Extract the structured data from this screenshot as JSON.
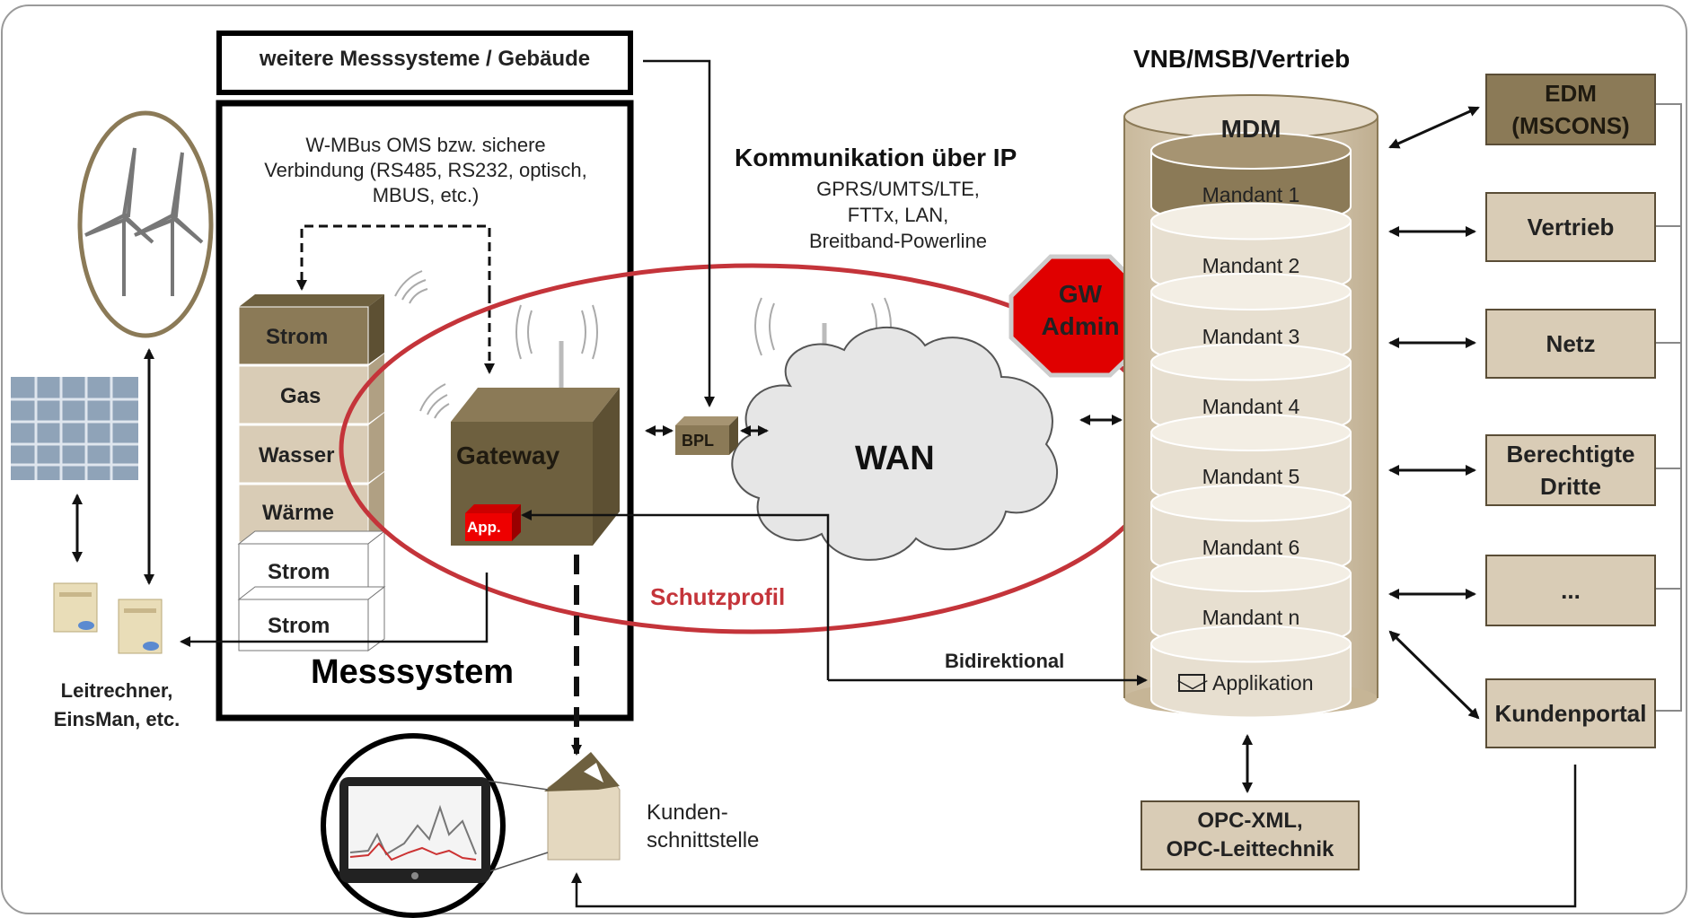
{
  "messsystem": {
    "weitere": "weitere Messsysteme / Gebäude",
    "title": "Messsystem",
    "wmbus_lines": [
      "W-MBus OMS bzw. sichere",
      "Verbindung (RS485, RS232, optisch,",
      "MBUS, etc.)"
    ],
    "meters": [
      "Strom",
      "Gas",
      "Wasser",
      "Wärme",
      "Strom",
      "Strom"
    ],
    "gateway": "Gateway",
    "app": "App.",
    "schutzprofil": "Schutzprofil"
  },
  "left": {
    "leitrechner_lines": [
      "Leitrechner,",
      "EinsMan, etc."
    ]
  },
  "network": {
    "kommunikation": "Kommunikation über IP",
    "protocols": [
      "GPRS/UMTS/LTE,",
      "FTTx, LAN,",
      "Breitband-Powerline"
    ],
    "bpl": "BPL",
    "wan": "WAN",
    "gw_admin": [
      "GW",
      "Admin"
    ],
    "bidirektional": "Bidirektional"
  },
  "vnb": {
    "title": "VNB/MSB/Vertrieb",
    "mdm": "MDM",
    "mandanten": [
      "Mandant 1",
      "Mandant 2",
      "Mandant 3",
      "Mandant 4",
      "Mandant 5",
      "Mandant 6",
      "Mandant n"
    ],
    "applikation": "Applikation",
    "opc_lines": [
      "OPC-XML,",
      "OPC-Leittechnik"
    ]
  },
  "right_boxes": {
    "edm": [
      "EDM",
      "(MSCONS)"
    ],
    "vertrieb": "Vertrieb",
    "netz": "Netz",
    "berechtigte": [
      "Berechtigte",
      "Dritte"
    ],
    "dots": "...",
    "kundenportal": "Kundenportal"
  },
  "kunde": {
    "label_lines": [
      "Kunden-",
      "schnittstelle"
    ]
  },
  "colors": {
    "brown_dark": "#8b7a57",
    "tan": "#d9ccb6",
    "red_ellipse": "#c4343a",
    "gw_red": "#e00000"
  }
}
